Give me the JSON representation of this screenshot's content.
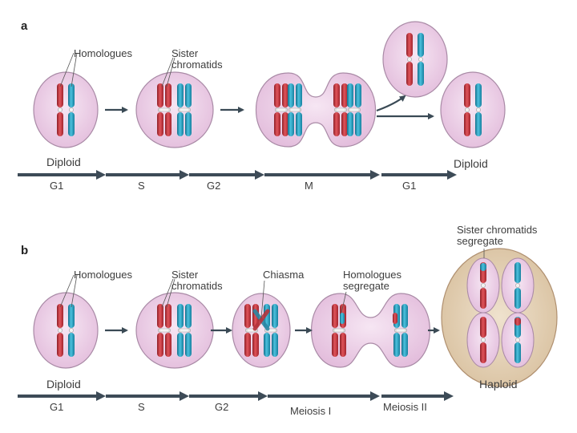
{
  "panel_a": {
    "letter": "a",
    "label_homologues": "Homologues",
    "label_sister_line1": "Sister",
    "label_sister_line2": "chromatids",
    "ploidy_left": "Diploid",
    "ploidy_right": "Diploid",
    "stages": [
      "G1",
      "S",
      "G2",
      "M",
      "G1"
    ]
  },
  "panel_b": {
    "letter": "b",
    "label_homologues": "Homologues",
    "label_sister_line1": "Sister",
    "label_sister_line2": "chromatids",
    "label_chiasma": "Chiasma",
    "label_homologues_segregate_line1": "Homologues",
    "label_homologues_segregate_line2": "segregate",
    "label_sister_segregate_line1": "Sister chromatids",
    "label_sister_segregate_line2": "segregate",
    "ploidy_left": "Diploid",
    "ploidy_right": "Haploid",
    "stages": [
      "G1",
      "S",
      "G2",
      "Meiosis I",
      "Meiosis II"
    ]
  },
  "colors": {
    "cell_fill": "#e8c4e2",
    "cell_stroke": "#a98aa6",
    "haploid_fill": "#dcc7a8",
    "chromosome_red": "#c8323c",
    "chromosome_blue": "#1f9bbd",
    "arrow": "#3a4a55",
    "timeline": "#3d4b57"
  }
}
